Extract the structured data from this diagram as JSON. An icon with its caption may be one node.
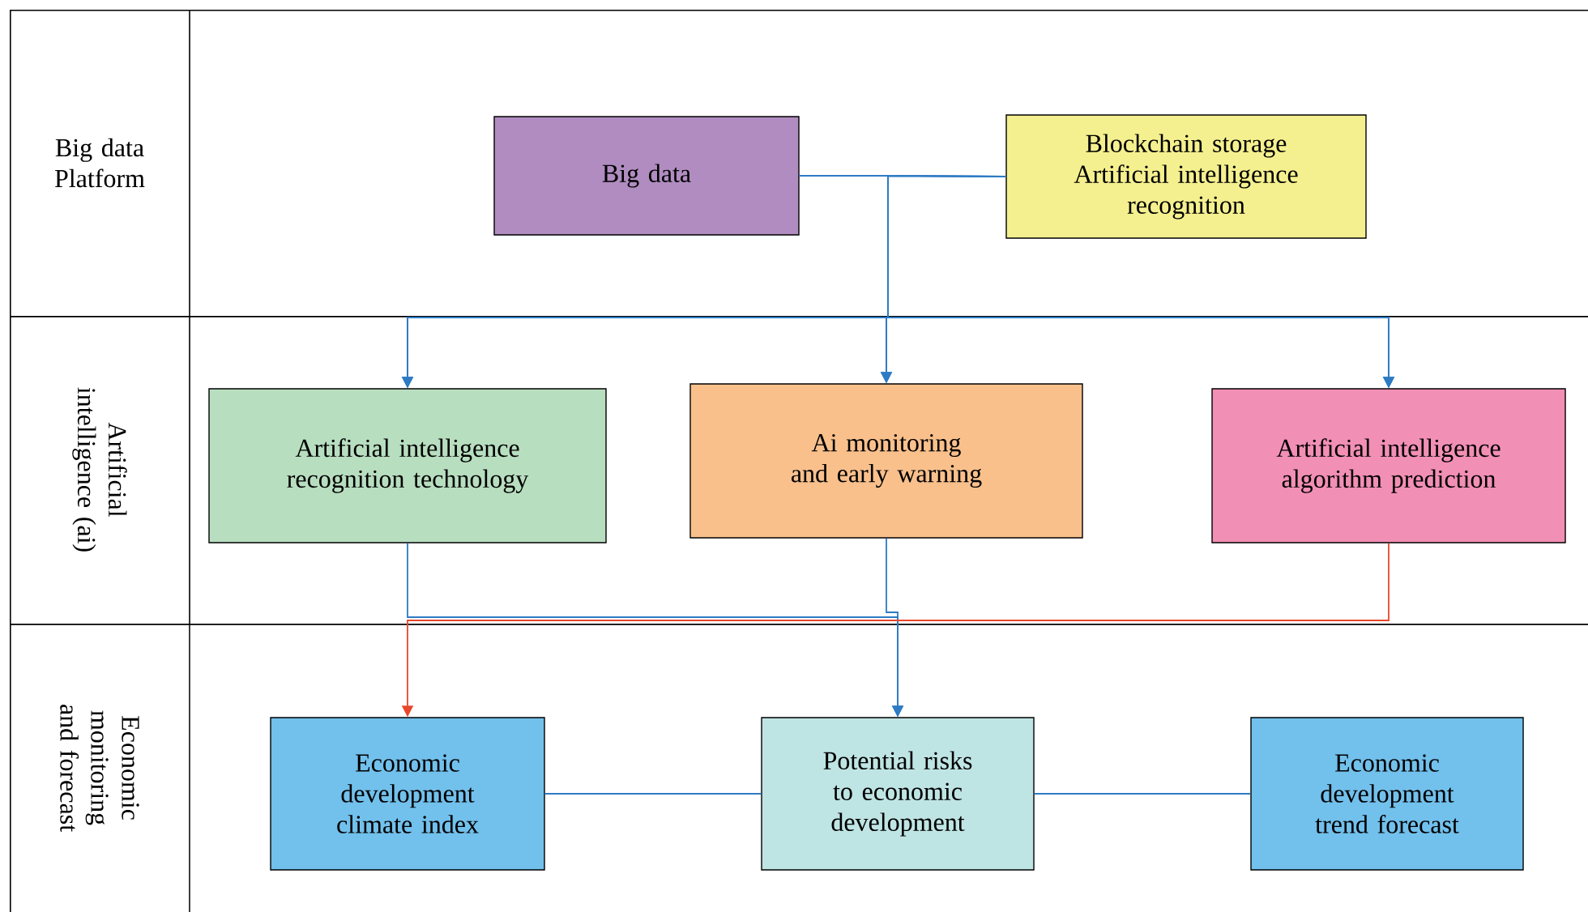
{
  "diagram": {
    "nodes": [
      {
        "text": [
          "Big data Platform"
        ]
      },
      {
        "text": [
          "Artificial intelligence (ai)"
        ]
      },
      {
        "text": [
          "Economic monitoring and forecast"
        ]
      },
      {
        "text": [
          "Big data"
        ],
        "in": 0
      },
      {
        "text": [
          "Blockchain storage Artificial intelligence recognition"
        ],
        "in": 0
      },
      {
        "text": [
          "Artificial intelligence recognition technology"
        ],
        "in": 1
      },
      {
        "text": [
          "Ai monitoring and early warning"
        ],
        "in": 1
      },
      {
        "text": [
          "Artificial intelligence algorithm prediction"
        ],
        "in": 1
      },
      {
        "text": [
          "Economic development climate index"
        ],
        "in": 2
      },
      {
        "text": [
          "Potential risks to economic development"
        ],
        "in": 2
      },
      {
        "text": [
          "Economic development trend forecast"
        ],
        "in": 2
      }
    ],
    "edges": [
      {
        "from": 3,
        "to": 5,
        "arrow": "to"
      },
      {
        "from": 3,
        "to": 6,
        "arrow": "to"
      },
      {
        "from": 3,
        "to": 7,
        "arrow": "to"
      },
      {
        "from": 4,
        "to": 5,
        "arrow": "to"
      },
      {
        "from": 4,
        "to": 6,
        "arrow": "to"
      },
      {
        "from": 4,
        "to": 7,
        "arrow": "to"
      },
      {
        "from": 5,
        "to": 9,
        "arrow": "to"
      },
      {
        "from": 6,
        "to": 9,
        "arrow": "to"
      },
      {
        "from": 7,
        "to": 8,
        "arrow": "to",
        "color": "#e8472b"
      },
      {
        "from": 8,
        "to": 9,
        "arrow": "none"
      },
      {
        "from": 9,
        "to": 10,
        "arrow": "none"
      }
    ]
  }
}
